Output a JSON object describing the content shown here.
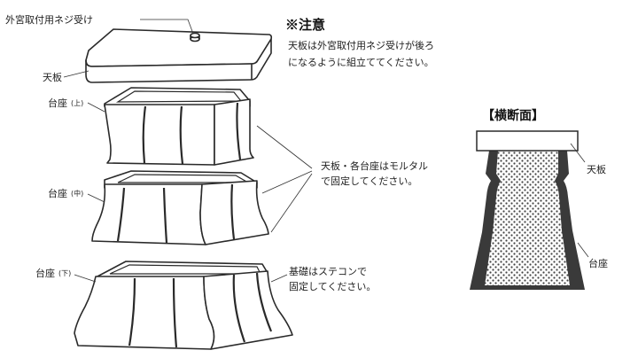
{
  "labels": {
    "mounting_screw": "外宮取付用ネジ受け",
    "top_plate": "天板",
    "base_upper": "台座",
    "base_upper_sub": "(上)",
    "base_middle": "台座",
    "base_middle_sub": "(中)",
    "base_lower": "台座",
    "base_lower_sub": "(下)"
  },
  "note": {
    "title": "※注意",
    "line1": "天板は外宮取付用ネジ受けが後ろ",
    "line2": "になるように組立ててください。"
  },
  "callouts": {
    "mortar_line1": "天板・各台座はモルタル",
    "mortar_line2": "で固定してください。",
    "foundation_line1": "基礎はステコンで",
    "foundation_line2": "固定してください。"
  },
  "cross_section": {
    "title": "【横断面】",
    "top_plate": "天板",
    "base": "台座"
  }
}
